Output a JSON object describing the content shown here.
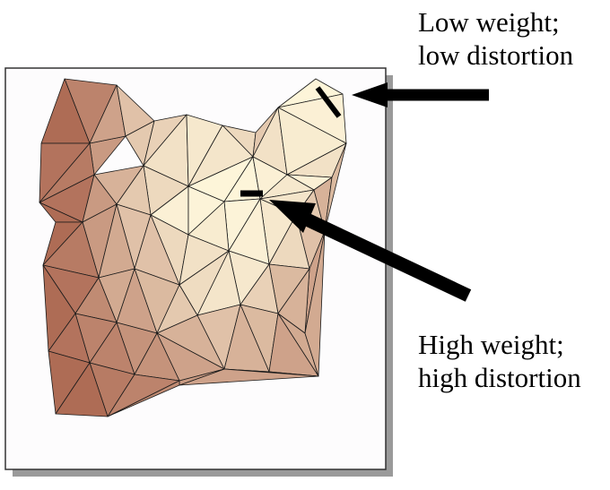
{
  "annotations": {
    "low": {
      "line1": "Low weight;",
      "line2": "low distortion"
    },
    "high": {
      "line1": "High weight;",
      "line2": "high distortion"
    }
  },
  "colors": {
    "background": "#ffffff",
    "panel_fill": "#fdfcfd",
    "panel_border": "#333333",
    "panel_shadow": "#999999",
    "mesh_edge": "#1a1a1a",
    "arrow": "#000000",
    "shade_high_distortion": "#fff5d6",
    "shade_mid": "#f3b89a",
    "shade_low_distortion_dark": "#a9604b"
  },
  "icons": [
    "cat-head-mesh-icon",
    "arrow-left-icon",
    "arrow-upleft-icon"
  ]
}
